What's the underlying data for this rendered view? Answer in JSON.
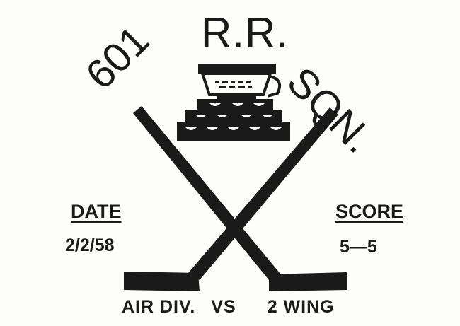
{
  "header": {
    "title": "R.R.",
    "left": "601",
    "right": "SQN."
  },
  "info": {
    "date_label": "DATE",
    "date_value": "2/2/58",
    "score_label": "SCORE",
    "score_value": "5—5"
  },
  "matchup": {
    "team_a": "AIR DIV.",
    "vs": "VS",
    "team_b": "2 WING"
  },
  "icons": [
    "trophy-cup-icon",
    "crossed-hockey-sticks-icon"
  ],
  "colors": {
    "ink": "#1a1a1a",
    "paper": "#fdfdfb"
  }
}
